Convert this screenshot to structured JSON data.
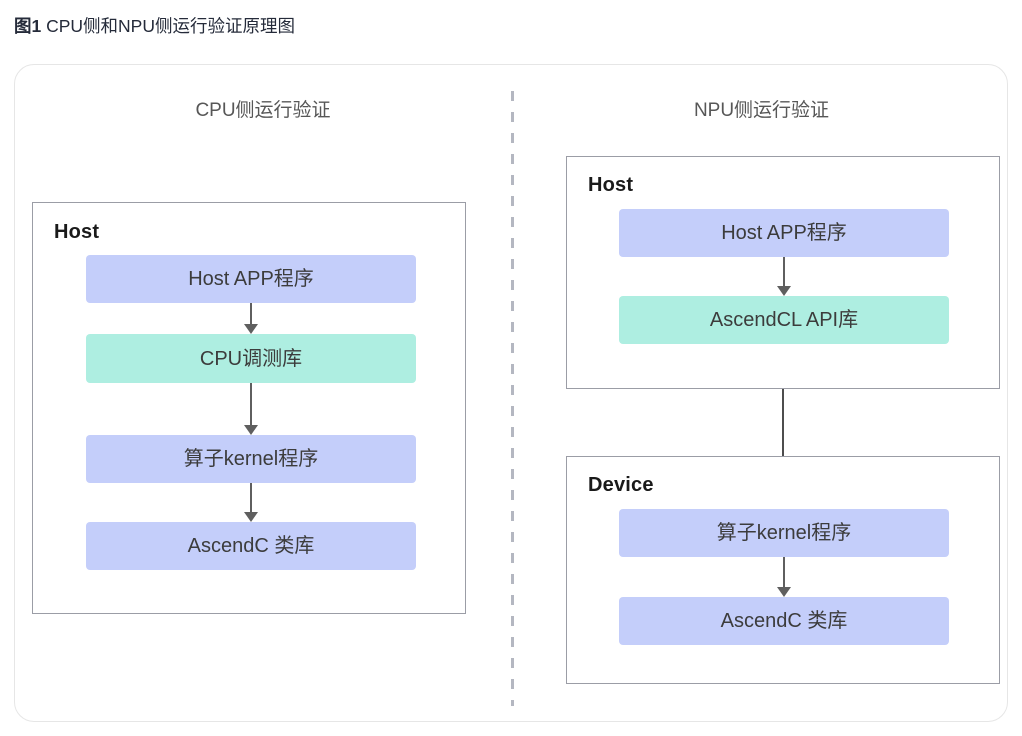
{
  "caption": {
    "number": "图1",
    "text": " CPU侧和NPU侧运行验证原理图"
  },
  "colors": {
    "node_blue": "#c4cefa",
    "node_green": "#aeeee1",
    "group_border": "#9b9da6",
    "card_border": "#e6e6e6",
    "divider": "#b4b7c1",
    "arrow": "#5f5f5f",
    "connector": "#4d4d4d",
    "panel_title_text": "#575757",
    "node_text": "#3c3c3c",
    "group_label_text": "#1a1a1a"
  },
  "diagram_data": {
    "type": "diagram",
    "title": "CPU侧和NPU侧运行验证原理图",
    "panels": [
      {
        "id": "cpu-side",
        "title": "CPU侧运行验证",
        "groups": [
          {
            "id": "host",
            "label": "Host",
            "nodes": [
              {
                "id": "host-app",
                "label": "Host APP程序",
                "color": "blue"
              },
              {
                "id": "cpu-debug",
                "label": "CPU调测库",
                "color": "green"
              },
              {
                "id": "op-kernel",
                "label": "算子kernel程序",
                "color": "blue"
              },
              {
                "id": "ascendc-lib",
                "label": "AscendC 类库",
                "color": "blue"
              }
            ],
            "edges": [
              {
                "from": "host-app",
                "to": "cpu-debug",
                "arrow": true
              },
              {
                "from": "cpu-debug",
                "to": "op-kernel",
                "arrow": true
              },
              {
                "from": "op-kernel",
                "to": "ascendc-lib",
                "arrow": true
              }
            ]
          }
        ]
      },
      {
        "id": "npu-side",
        "title": "NPU侧运行验证",
        "groups": [
          {
            "id": "host",
            "label": "Host",
            "nodes": [
              {
                "id": "host-app",
                "label": "Host APP程序",
                "color": "blue"
              },
              {
                "id": "ascendcl-api",
                "label": "AscendCL API库",
                "color": "green"
              }
            ],
            "edges": [
              {
                "from": "host-app",
                "to": "ascendcl-api",
                "arrow": true
              }
            ]
          },
          {
            "id": "device",
            "label": "Device",
            "nodes": [
              {
                "id": "op-kernel",
                "label": "算子kernel程序",
                "color": "blue"
              },
              {
                "id": "ascendc-lib",
                "label": "AscendC 类库",
                "color": "blue"
              }
            ],
            "edges": [
              {
                "from": "op-kernel",
                "to": "ascendc-lib",
                "arrow": true
              }
            ]
          }
        ],
        "cross_group_edges": [
          {
            "from": "host",
            "to": "device",
            "arrow": false
          }
        ]
      }
    ]
  }
}
